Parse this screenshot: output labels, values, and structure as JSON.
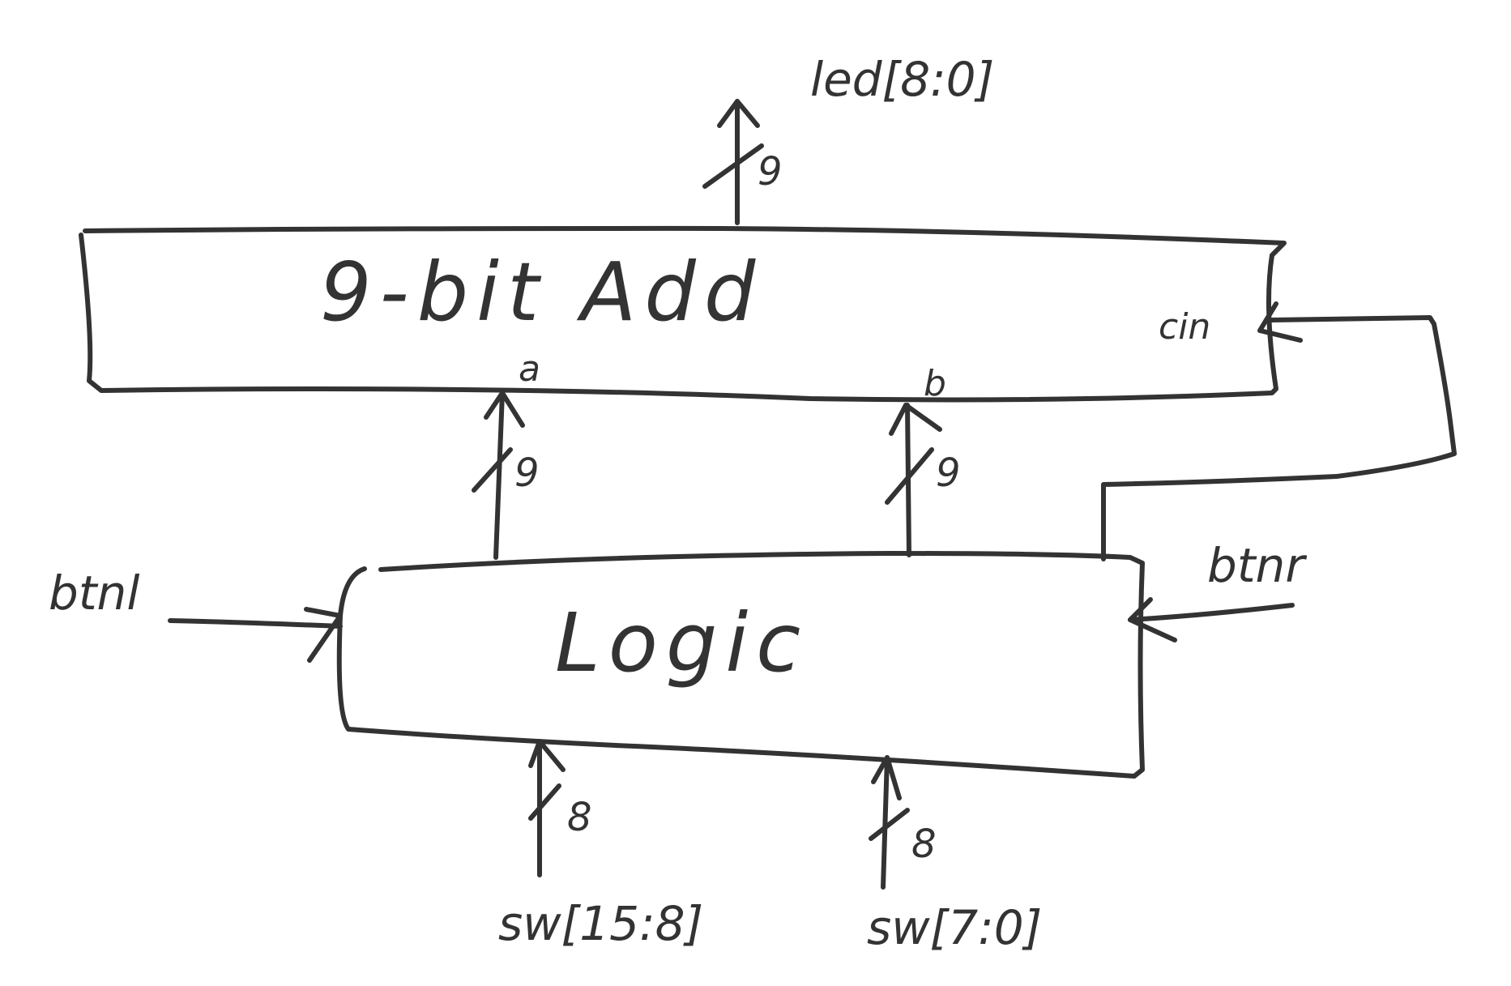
{
  "diagram": {
    "blocks": {
      "adder": {
        "title": "9-bit Add",
        "port_a": "a",
        "port_b": "b",
        "port_cin": "cin"
      },
      "logic": {
        "title": "Logic"
      }
    },
    "signals": {
      "led": "led[8:0]",
      "btnl": "btnl",
      "btnr": "btnr",
      "sw_high": "sw[15:8]",
      "sw_low": "sw[7:0]"
    },
    "bus_widths": {
      "led_out": "9",
      "a_in": "9",
      "b_in": "9",
      "sw_high_in": "8",
      "sw_low_in": "8"
    },
    "ink_color": "#333333"
  }
}
